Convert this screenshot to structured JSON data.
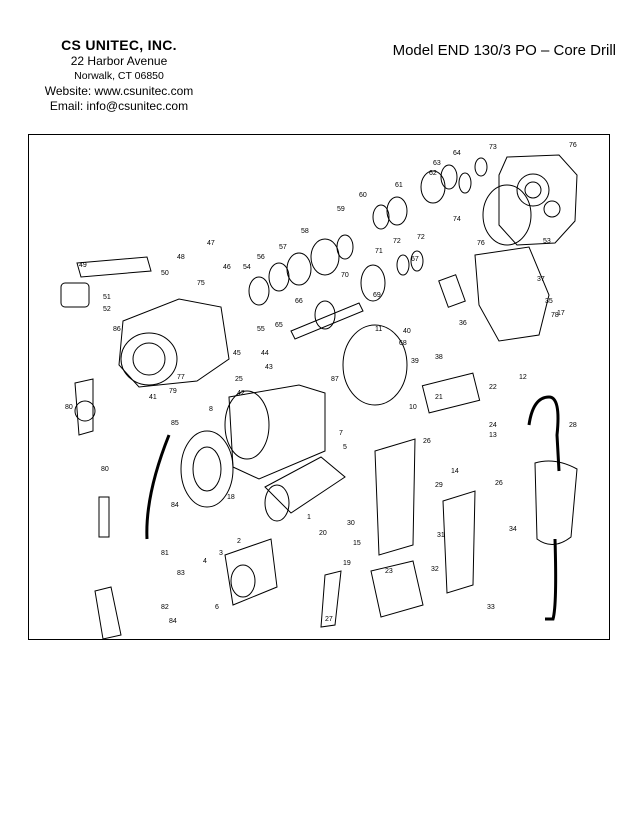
{
  "header": {
    "company_name": "CS UNITEC, INC.",
    "address_line1": "22 Harbor Avenue",
    "address_line2": "Norwalk, CT 06850",
    "website": "Website: www.csunitec.com",
    "email": "Email: info@csunitec.com",
    "model_title": "Model END 130/3 PO – Core Drill"
  },
  "diagram": {
    "part_numbers": [
      "1",
      "2",
      "3",
      "4",
      "5",
      "6",
      "7",
      "8",
      "10",
      "11",
      "12",
      "13",
      "14",
      "15",
      "17",
      "18",
      "19",
      "20",
      "21",
      "22",
      "23",
      "24",
      "25",
      "26",
      "26",
      "27",
      "28",
      "29",
      "30",
      "31",
      "32",
      "33",
      "34",
      "35",
      "36",
      "37",
      "38",
      "39",
      "40",
      "41",
      "42",
      "43",
      "44",
      "45",
      "46",
      "47",
      "48",
      "49",
      "50",
      "51",
      "52",
      "53",
      "54",
      "55",
      "56",
      "57",
      "58",
      "59",
      "60",
      "61",
      "62",
      "63",
      "64",
      "65",
      "66",
      "67",
      "68",
      "69",
      "70",
      "71",
      "72",
      "72",
      "73",
      "74",
      "75",
      "76",
      "76",
      "77",
      "78",
      "79",
      "80",
      "80",
      "81",
      "82",
      "83",
      "84",
      "84",
      "85",
      "86",
      "87"
    ]
  }
}
